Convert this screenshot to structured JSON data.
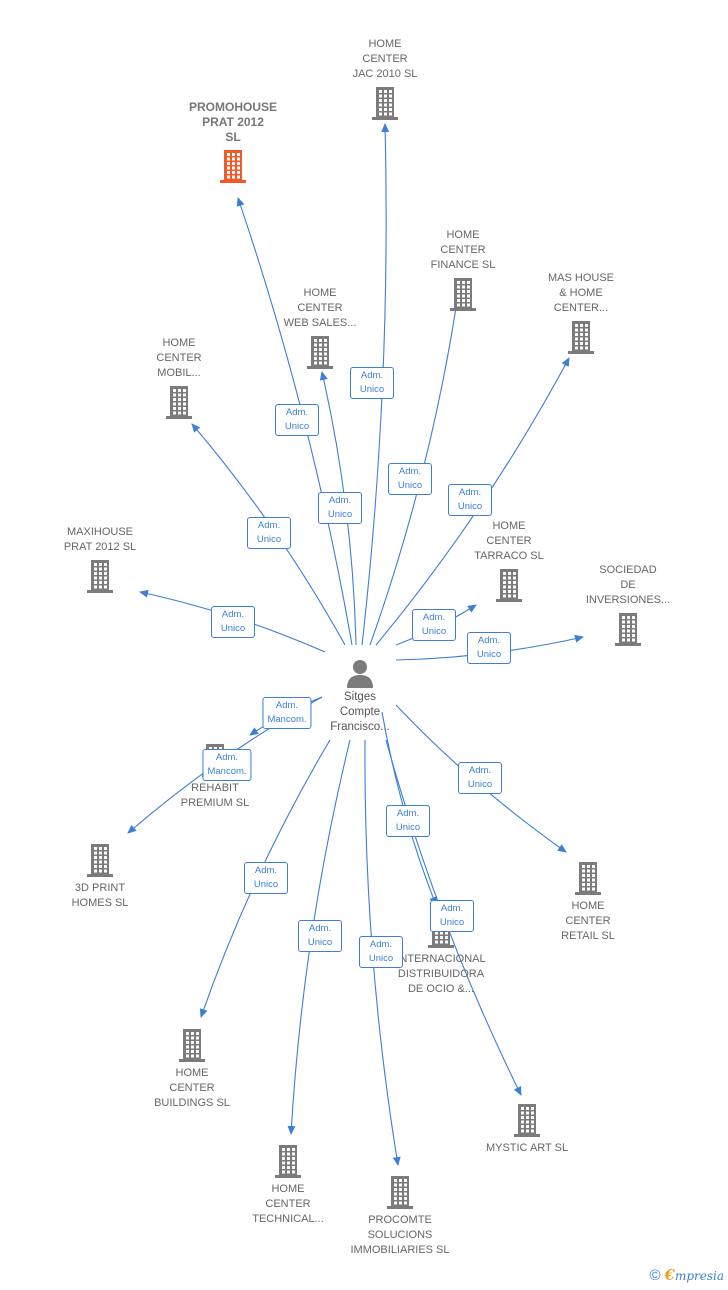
{
  "colors": {
    "edge": "#3c7fd4",
    "building": "#7b7b7b",
    "building_highlight": "#f05a28"
  },
  "center": {
    "label": "Sitges\nCompte\nFrancisco...",
    "icon": "person-icon"
  },
  "companies": [
    {
      "id": "promohouse",
      "label": "PROMOHOUSE\nPRAT 2012\nSL",
      "highlight": true
    },
    {
      "id": "jac2010",
      "label": "HOME\nCENTER\nJAC 2010  SL"
    },
    {
      "id": "finance",
      "label": "HOME\nCENTER\nFINANCE  SL"
    },
    {
      "id": "mashouse",
      "label": "MAS HOUSE\n& HOME\nCENTER..."
    },
    {
      "id": "websales",
      "label": "HOME\nCENTER\nWEB SALES..."
    },
    {
      "id": "mobil",
      "label": "HOME\nCENTER\nMOBIL..."
    },
    {
      "id": "tarraco",
      "label": "HOME\nCENTER\nTARRACO  SL"
    },
    {
      "id": "maxihouse",
      "label": "MAXIHOUSE\nPRAT 2012  SL"
    },
    {
      "id": "sociedad",
      "label": "SOCIEDAD\nDE\nINVERSIONES..."
    },
    {
      "id": "rehabit",
      "label": "REHABIT\nPREMIUM  SL"
    },
    {
      "id": "3dprint",
      "label": "3D PRINT\nHOMES  SL"
    },
    {
      "id": "retail",
      "label": "HOME\nCENTER\nRETAIL  SL"
    },
    {
      "id": "internacional",
      "label": "INTERNACIONAL\nDISTRIBUIDORA\nDE OCIO &..."
    },
    {
      "id": "buildings",
      "label": "HOME\nCENTER\nBUILDINGS  SL"
    },
    {
      "id": "mystic",
      "label": "MYSTIC ART SL"
    },
    {
      "id": "technical",
      "label": "HOME\nCENTER\nTECHNICAL..."
    },
    {
      "id": "procomte",
      "label": "PROCOMTE\nSOLUCIONS\nIMMOBILIARIES SL"
    }
  ],
  "relations": [
    {
      "to": "promohouse",
      "label": "Adm.\nUnico"
    },
    {
      "to": "jac2010",
      "label": "Adm.\nUnico"
    },
    {
      "to": "finance",
      "label": "Adm.\nUnico"
    },
    {
      "to": "mashouse",
      "label": "Adm.\nUnico"
    },
    {
      "to": "websales",
      "label": "Adm.\nUnico"
    },
    {
      "to": "mobil",
      "label": "Adm.\nUnico"
    },
    {
      "to": "tarraco",
      "label": "Adm.\nUnico"
    },
    {
      "to": "maxihouse",
      "label": "Adm.\nUnico"
    },
    {
      "to": "sociedad",
      "label": "Adm.\nUnico"
    },
    {
      "to": "rehabit",
      "label": "Adm.\nMancom."
    },
    {
      "to": "3dprint",
      "label": "Adm.\nMancom."
    },
    {
      "to": "retail",
      "label": "Adm.\nUnico"
    },
    {
      "to": "internacional",
      "label": "Adm.\nUnico"
    },
    {
      "to": "buildings",
      "label": "Adm.\nUnico"
    },
    {
      "to": "mystic",
      "label": "Adm.\nUnico"
    },
    {
      "to": "technical",
      "label": "Adm.\nUnico"
    },
    {
      "to": "procomte",
      "label": "Adm.\nUnico"
    }
  ],
  "footer": {
    "copyright_symbol": "©",
    "brand_initial": "€",
    "brand_rest": "mpresia"
  }
}
